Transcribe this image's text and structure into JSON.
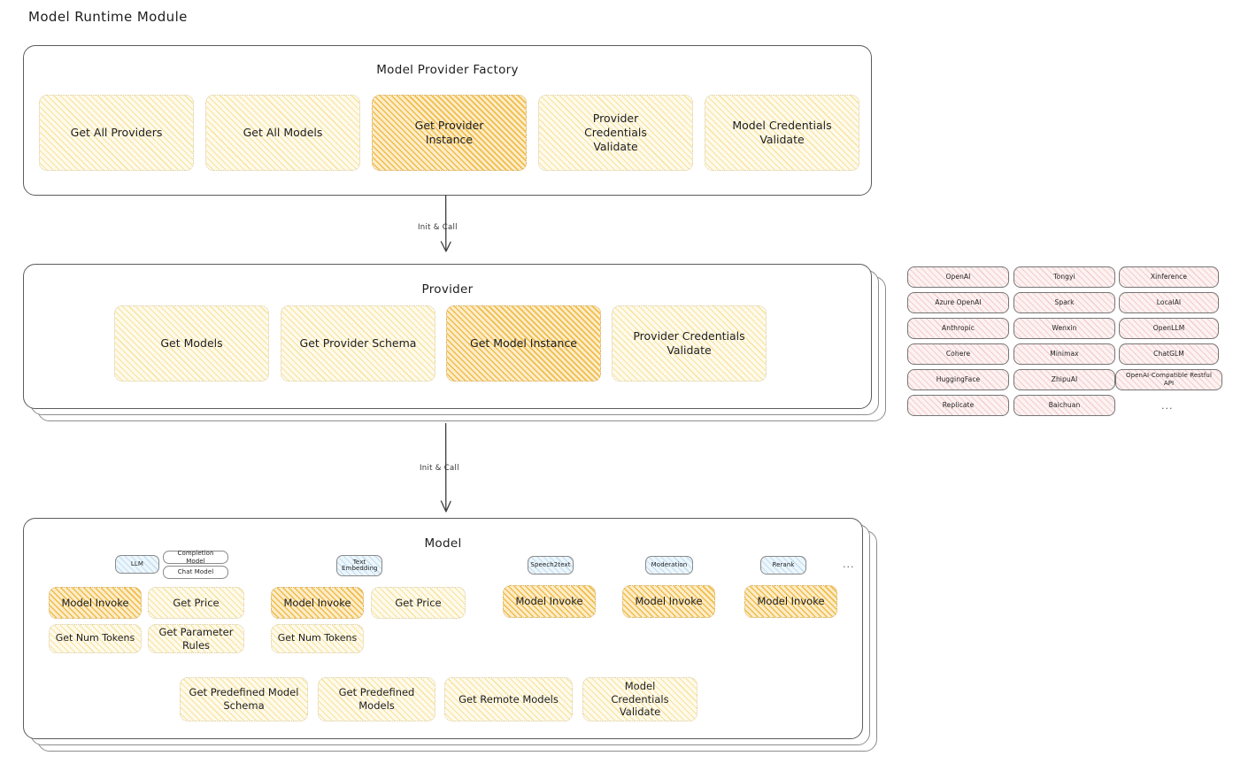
{
  "page": {
    "title": "Model Runtime Module"
  },
  "factory": {
    "title": "Model Provider Factory",
    "boxes": [
      {
        "label": "Get All Providers",
        "highlight": false
      },
      {
        "label": "Get All Models",
        "highlight": false
      },
      {
        "label": "Get Provider Instance",
        "highlight": true
      },
      {
        "label": "Provider Credentials Validate",
        "highlight": false
      },
      {
        "label": "Model Credentials Validate",
        "highlight": false
      }
    ]
  },
  "arrows": [
    {
      "label": "Init & Call"
    },
    {
      "label": "Init & Call"
    }
  ],
  "provider": {
    "title": "Provider",
    "boxes": [
      {
        "label": "Get Models",
        "highlight": false
      },
      {
        "label": "Get Provider Schema",
        "highlight": false
      },
      {
        "label": "Get Model Instance",
        "highlight": true
      },
      {
        "label": "Provider Credentials Validate",
        "highlight": false
      }
    ]
  },
  "provider_list": {
    "columns": [
      {
        "items": [
          "OpenAI",
          "Azure OpenAI",
          "Anthropic",
          "Cohere",
          "HuggingFace",
          "Replicate"
        ]
      },
      {
        "items": [
          "Tongyi",
          "Spark",
          "Wenxin",
          "Minimax",
          "ZhipuAI",
          "Baichuan"
        ]
      },
      {
        "items": [
          "Xinference",
          "LocalAI",
          "OpenLLM",
          "ChatGLM",
          "OpenAI-Compatible Restful API"
        ]
      }
    ],
    "more": "..."
  },
  "model": {
    "title": "Model",
    "more": "...",
    "types": [
      {
        "badge": "LLM",
        "sub_badges": [
          "Completion Model",
          "Chat Model"
        ],
        "methods": [
          "Model Invoke",
          "Get Price",
          "Get Num Tokens",
          "Get Parameter Rules"
        ]
      },
      {
        "badge": "Text Embedding",
        "sub_badges": [],
        "methods": [
          "Model Invoke",
          "Get Price",
          "Get Num Tokens"
        ]
      },
      {
        "badge": "Speech2text",
        "sub_badges": [],
        "methods": [
          "Model Invoke"
        ]
      },
      {
        "badge": "Moderation",
        "sub_badges": [],
        "methods": [
          "Model Invoke"
        ]
      },
      {
        "badge": "Rerank",
        "sub_badges": [],
        "methods": [
          "Model Invoke"
        ]
      }
    ],
    "common_methods": [
      "Get Predefined Model Schema",
      "Get Predefined Models",
      "Get Remote Models",
      "Model Credentials Validate"
    ]
  },
  "colors": {
    "highlight_fill": "#f0b73e",
    "light_fill": "#f7d97e",
    "provider_chip": "#e8a0a0",
    "badge_blue": "#96c8eb",
    "stroke": "#1e1e1e"
  }
}
